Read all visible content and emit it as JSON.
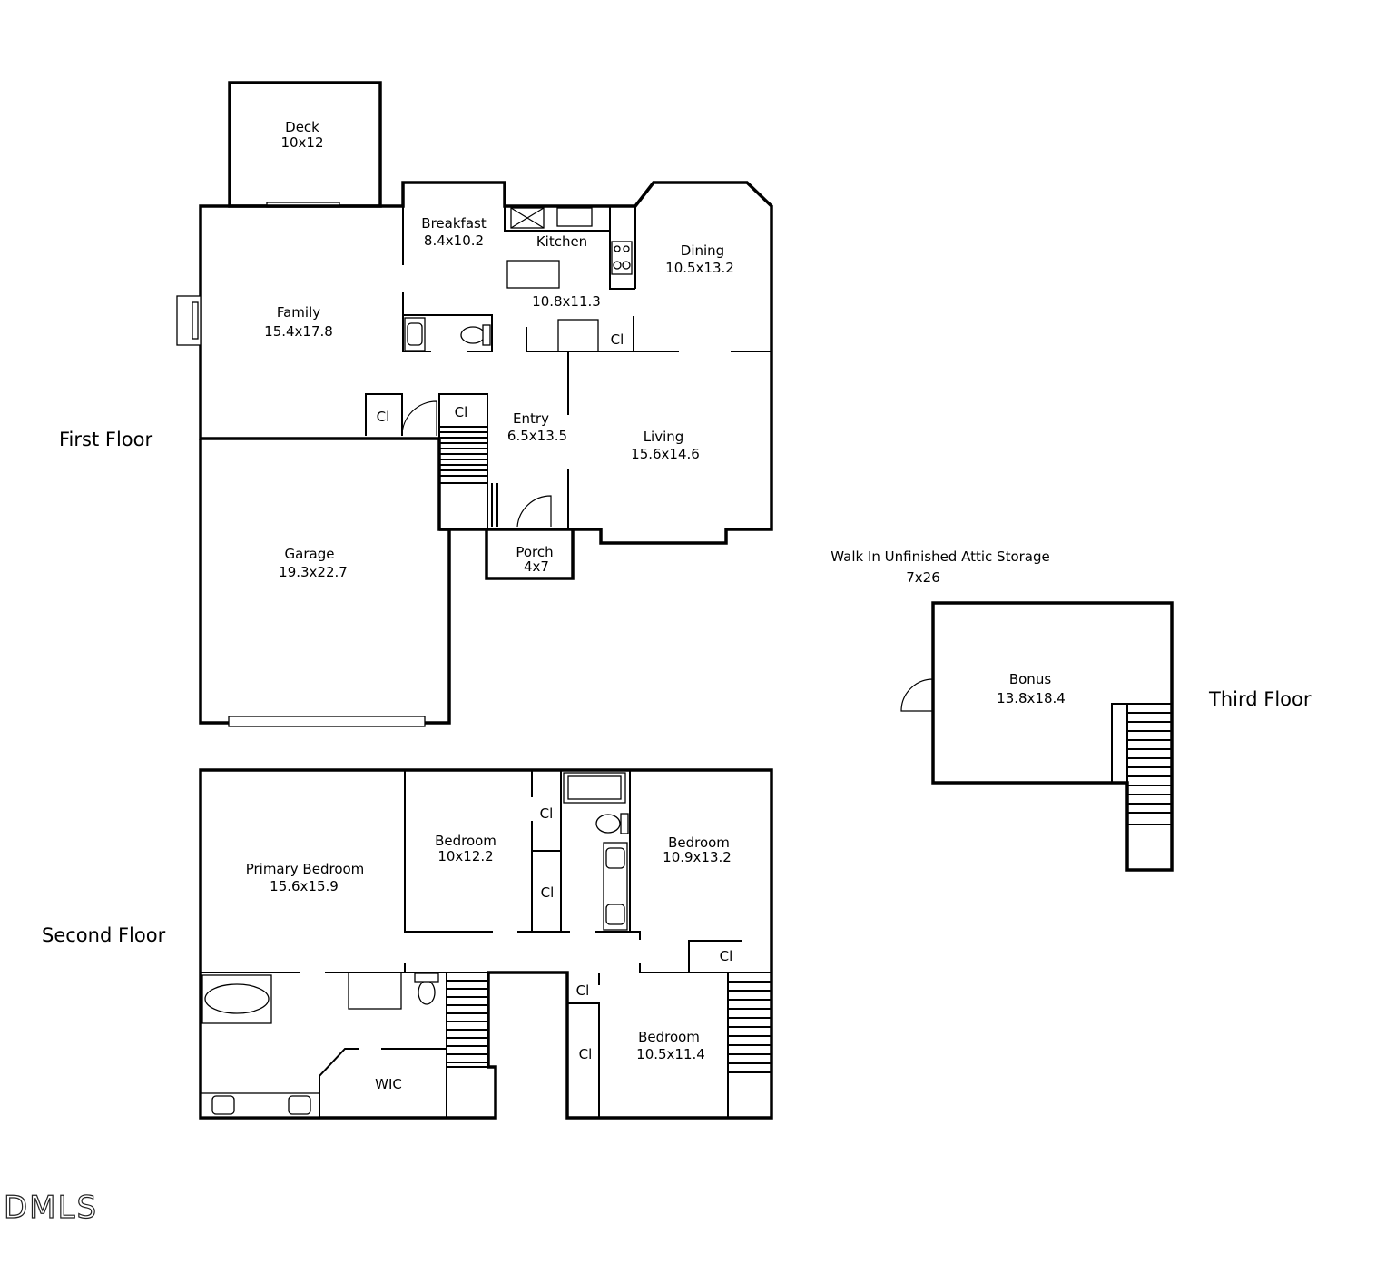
{
  "floors": {
    "first": "First Floor",
    "second": "Second Floor",
    "third": "Third Floor"
  },
  "rooms": {
    "deck": {
      "name": "Deck",
      "size": "10x12"
    },
    "breakfast": {
      "name": "Breakfast",
      "size": "8.4x10.2"
    },
    "kitchen": {
      "name": "Kitchen",
      "size": "10.8x11.3"
    },
    "dining": {
      "name": "Dining",
      "size": "10.5x13.2"
    },
    "family": {
      "name": "Family",
      "size": "15.4x17.8"
    },
    "entry": {
      "name": "Entry",
      "size": "6.5x13.5"
    },
    "living": {
      "name": "Living",
      "size": "15.6x14.6"
    },
    "garage": {
      "name": "Garage",
      "size": "19.3x22.7"
    },
    "porch": {
      "name": "Porch",
      "size": "4x7"
    },
    "attic": {
      "name": "Walk In Unfinished Attic Storage",
      "size": "7x26"
    },
    "bonus": {
      "name": "Bonus",
      "size": "13.8x18.4"
    },
    "primary": {
      "name": "Primary Bedroom",
      "size": "15.6x15.9"
    },
    "bedroom2": {
      "name": "Bedroom",
      "size": "10x12.2"
    },
    "bedroom3": {
      "name": "Bedroom",
      "size": "10.9x13.2"
    },
    "bedroom4": {
      "name": "Bedroom",
      "size": "10.5x11.4"
    },
    "wic": {
      "name": "WIC"
    }
  },
  "closet_label": "Cl",
  "logo": "DMLS"
}
